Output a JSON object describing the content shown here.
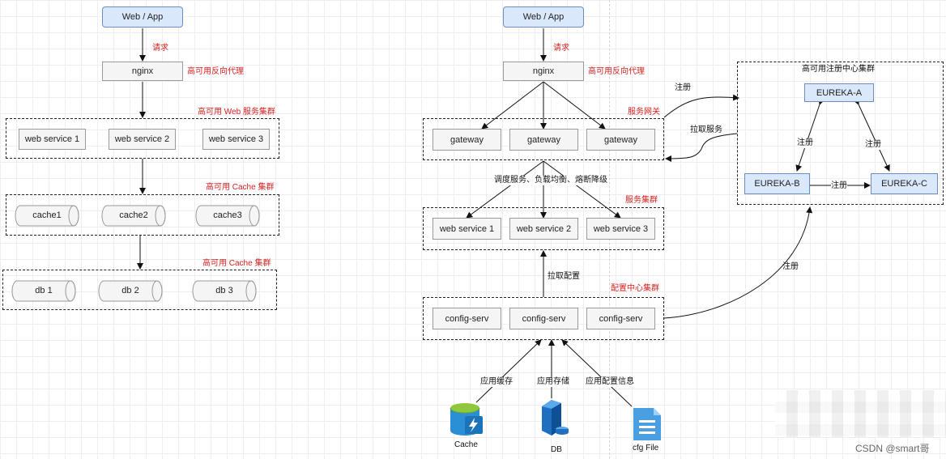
{
  "left": {
    "client": "Web / App",
    "request": "请求",
    "nginx": "nginx",
    "nginx_note": "高可用反向代理",
    "web_cluster_title": "高可用 Web 服务集群",
    "web_services": [
      "web service 1",
      "web service 2",
      "web service 3"
    ],
    "cache_cluster_title": "高可用 Cache 集群",
    "caches": [
      "cache1",
      "cache2",
      "cache3"
    ],
    "db_cluster_title": "高可用 Cache 集群",
    "dbs": [
      "db 1",
      "db 2",
      "db 3"
    ]
  },
  "right": {
    "client": "Web / App",
    "request": "请求",
    "nginx": "nginx",
    "nginx_note": "高可用反向代理",
    "gateway_cluster_title": "服务网关",
    "gateways": [
      "gateway",
      "gateway",
      "gateway"
    ],
    "gateway_duties": "调度服务、负载均衡、熔断降级",
    "service_cluster_title": "服务集群",
    "web_services": [
      "web service 1",
      "web service 2",
      "web service 3"
    ],
    "pull_config": "拉取配置",
    "config_cluster_title": "配置中心集群",
    "configs": [
      "config-serv",
      "config-serv",
      "config-serv"
    ],
    "source_labels": [
      "应用缓存",
      "应用存储",
      "应用配置信息"
    ],
    "sources": [
      "Cache",
      "DB",
      "cfg File"
    ]
  },
  "registry": {
    "title": "高可用注册中心集群",
    "nodes": [
      "EUREKA-A",
      "EUREKA-B",
      "EUREKA-C"
    ],
    "register": "注册",
    "pull_services": "拉取服务",
    "peer_register": [
      "注册",
      "注册",
      "注册"
    ],
    "config_register": "注册"
  },
  "watermark": "CSDN @smart哥",
  "colors": {
    "red_text": "#d82020",
    "blue_fill": "#dae8fc",
    "blue_border": "#6c8ebf",
    "gray_fill": "#f5f5f5"
  }
}
